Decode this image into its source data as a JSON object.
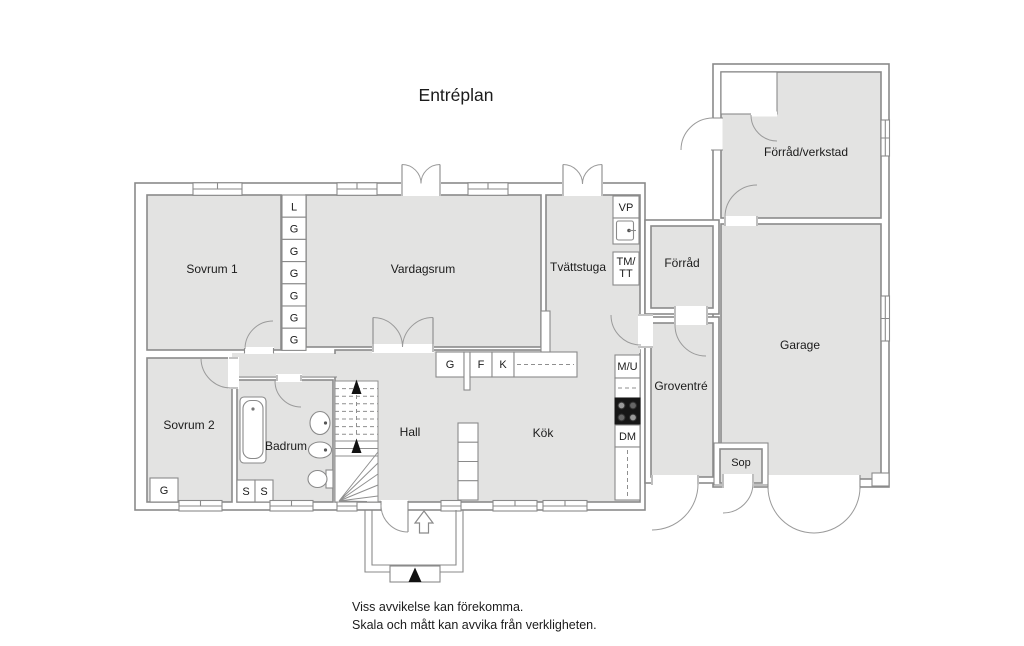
{
  "title": "Entréplan",
  "rooms": {
    "sovrum1": "Sovrum 1",
    "vardagsrum": "Vardagsrum",
    "tvattstuga": "Tvättstuga",
    "sovrum2": "Sovrum 2",
    "badrum": "Badrum",
    "hall": "Hall",
    "kok": "Kök",
    "forrad": "Förråd",
    "forrad_verkstad": "Förråd/verkstad",
    "garage": "Garage",
    "groventre": "Groventré",
    "sop": "Sop"
  },
  "fixtures": {
    "linen_cabinet": "L",
    "wardrobe": "G",
    "cleaning_cabinet": "S",
    "water_heater": "VP",
    "washer_line1": "TM/",
    "washer_line2": "TT",
    "micro_unit": "M/U",
    "dishwasher": "DM",
    "freezer": "F",
    "fridge": "K"
  },
  "footer": {
    "line1": "Viss avvikelse kan förekomma.",
    "line2": "Skala och mått kan avvika från verkligheten."
  },
  "colors": {
    "wall": "#8a8a8a",
    "room_fill": "#e3e3e2",
    "text": "#1b1b1b",
    "background": "#ffffff"
  }
}
